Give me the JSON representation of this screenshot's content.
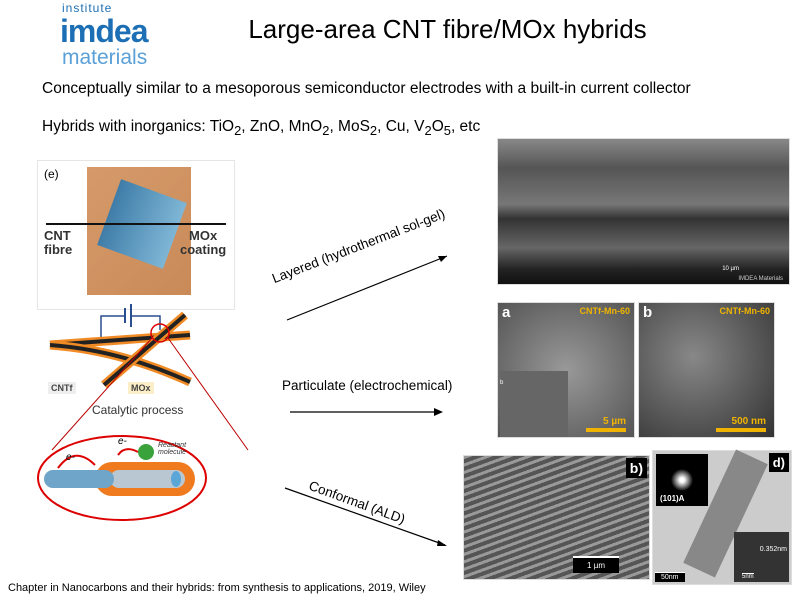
{
  "logo": {
    "top": "institute",
    "main": "imdea",
    "bottom": "materials"
  },
  "title": "Large-area CNT fibre/MOx hybrids",
  "line1": "Conceptually similar to a mesoporous semiconductor electrodes with a built-in current collector",
  "line2": {
    "prefix": "Hybrids with inorganics: TiO",
    "items": [
      "2",
      ", ZnO, MnO",
      "2",
      ", MoS",
      "2",
      ", Cu, V",
      "2",
      "O",
      "5",
      ", etc"
    ]
  },
  "panel_e": {
    "label": "(e)",
    "left_label": [
      "CNT",
      "fibre"
    ],
    "right_label": [
      "MOx",
      "coating"
    ]
  },
  "diagram": {
    "cntf": "CNTf",
    "mox": "MOx",
    "catalytic": "Catalytic process",
    "electron1": "e-",
    "electron2": "e-",
    "reactant": [
      "Reactant",
      "molecule"
    ]
  },
  "arrows": {
    "layered": "Layered (hydrothermal sol-gel)",
    "particulate": "Particulate (electrochemical)",
    "conformal": "Conformal (ALD)"
  },
  "micrographs": {
    "a": {
      "letter": "a",
      "sample": "CNTf-Mn-60",
      "scale": "5 µm",
      "inset": "b"
    },
    "b": {
      "letter": "b",
      "sample": "CNTf-Mn-60",
      "scale": "500 nm"
    },
    "b2": {
      "letter": "b)",
      "scale": "1 µm"
    },
    "d": {
      "letter": "d)",
      "diffraction": "(101)A",
      "scale": "50nm",
      "inset_scale": "5nm",
      "spacing": "0.352nm"
    },
    "sem": {
      "scale": "10 µm",
      "footer": "IMDEA Materials"
    }
  },
  "caption": "Chapter in Nanocarbons and their hybrids: from synthesis to applications, 2019, Wiley"
}
